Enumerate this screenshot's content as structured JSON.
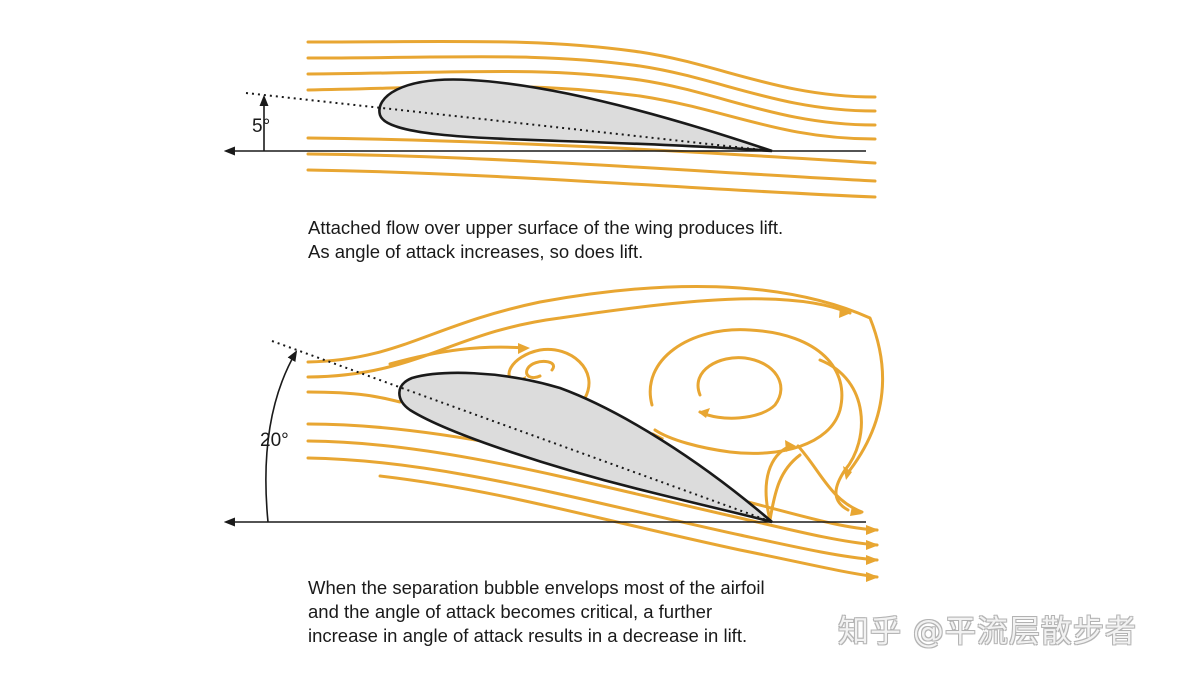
{
  "colors": {
    "streamline": "#E8A632",
    "airfoil_fill": "#DCDCDC",
    "outline": "#1A1A1A",
    "background": "#FFFFFF"
  },
  "panels": [
    {
      "angle_label": "5°",
      "caption": "Attached flow over upper surface of the wing produces lift.\nAs angle of attack increases, so does lift."
    },
    {
      "angle_label": "20°",
      "caption": "When the separation bubble envelops most of the airfoil\nand the angle of attack becomes critical, a further\nincrease in angle of attack results in a decrease in lift."
    }
  ],
  "watermark": "知乎 @平流层散步者"
}
